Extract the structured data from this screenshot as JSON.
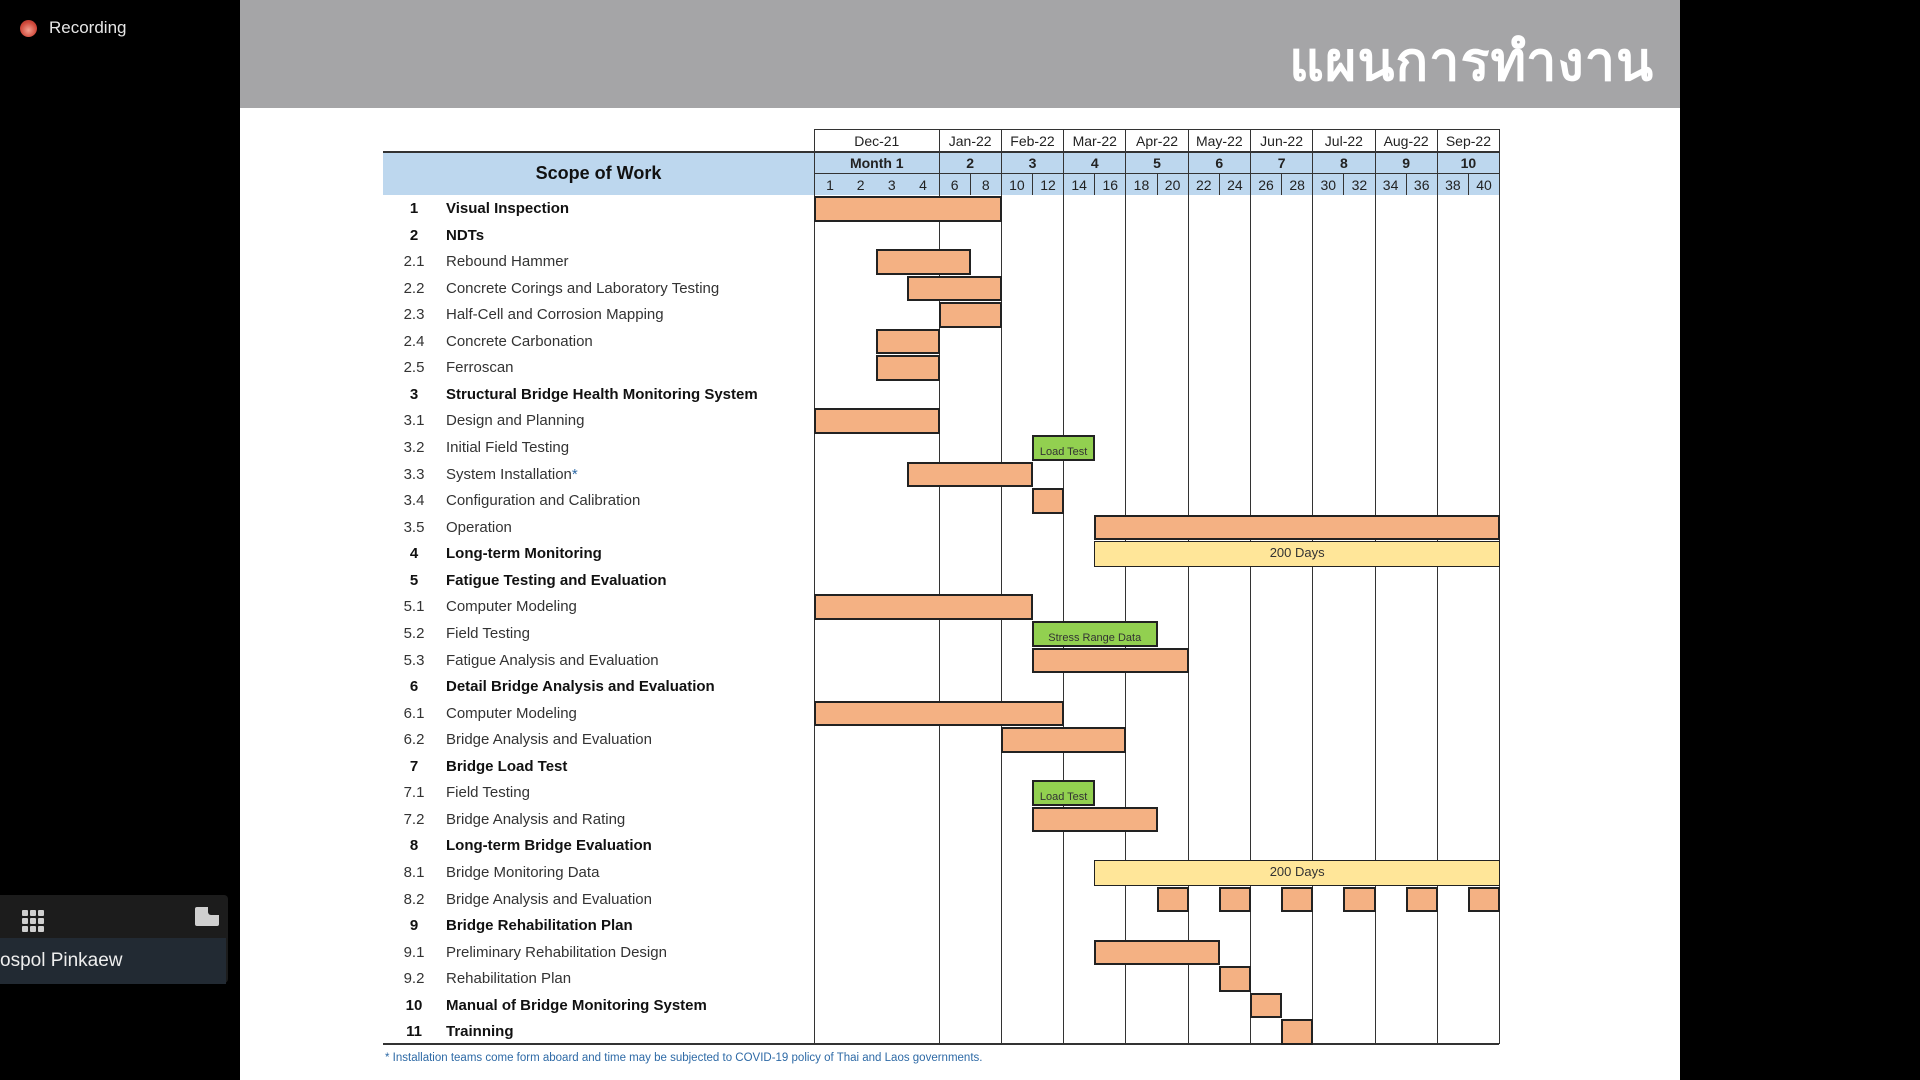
{
  "recording": {
    "label": "Recording"
  },
  "participant": {
    "name": "ospol Pinkaew"
  },
  "slide": {
    "title": "แผนการทำงาน",
    "scope_header": "Scope of Work",
    "months": [
      "Dec-21",
      "Jan-22",
      "Feb-22",
      "Mar-22",
      "Apr-22",
      "May-22",
      "Jun-22",
      "Jul-22",
      "Aug-22",
      "Sep-22"
    ],
    "month_numbers": [
      "Month 1",
      "2",
      "3",
      "4",
      "5",
      "6",
      "7",
      "8",
      "9",
      "10"
    ],
    "weeks": [
      "1",
      "2",
      "3",
      "4",
      "6",
      "8",
      "10",
      "12",
      "14",
      "16",
      "18",
      "20",
      "22",
      "24",
      "26",
      "28",
      "30",
      "32",
      "34",
      "36",
      "38",
      "40"
    ],
    "rows": [
      {
        "num": "1",
        "name": "Visual Inspection",
        "bold": true,
        "bars": [
          {
            "start": 0,
            "end": 6
          }
        ]
      },
      {
        "num": "2",
        "name": "NDTs",
        "bold": true,
        "bars": []
      },
      {
        "num": "2.1",
        "name": "Rebound Hammer",
        "bars": [
          {
            "start": 2,
            "end": 5
          }
        ]
      },
      {
        "num": "2.2",
        "name": "Concrete Corings and Laboratory Testing",
        "bars": [
          {
            "start": 3,
            "end": 6
          }
        ]
      },
      {
        "num": "2.3",
        "name": "Half-Cell and Corrosion Mapping",
        "bars": [
          {
            "start": 4,
            "end": 6
          }
        ]
      },
      {
        "num": "2.4",
        "name": "Concrete Carbonation",
        "bars": [
          {
            "start": 2,
            "end": 4
          }
        ]
      },
      {
        "num": "2.5",
        "name": "Ferroscan",
        "bars": [
          {
            "start": 2,
            "end": 4
          }
        ]
      },
      {
        "num": "3",
        "name": "Structural Bridge Health Monitoring System",
        "bold": true,
        "bars": []
      },
      {
        "num": "3.1",
        "name": "Design and Planning",
        "bars": [
          {
            "start": 0,
            "end": 4
          }
        ]
      },
      {
        "num": "3.2",
        "name": "Initial Field Testing",
        "bars": [
          {
            "start": 7,
            "end": 9,
            "type": "green",
            "label": "Load Test"
          }
        ]
      },
      {
        "num": "3.3",
        "name": "System Installation",
        "mark": "*",
        "bars": [
          {
            "start": 3,
            "end": 7
          }
        ]
      },
      {
        "num": "3.4",
        "name": "Configuration and Calibration",
        "bars": [
          {
            "start": 7,
            "end": 8
          }
        ]
      },
      {
        "num": "3.5",
        "name": "Operation",
        "bars": [
          {
            "start": 9,
            "end": 22
          }
        ]
      },
      {
        "num": "4",
        "name": "Long-term Monitoring",
        "bold": true,
        "bars": [
          {
            "start": 9,
            "end": 22,
            "type": "yellow",
            "label": "200 Days"
          }
        ]
      },
      {
        "num": "5",
        "name": "Fatigue Testing and Evaluation",
        "bold": true,
        "bars": []
      },
      {
        "num": "5.1",
        "name": "Computer Modeling",
        "bars": [
          {
            "start": 0,
            "end": 7
          }
        ]
      },
      {
        "num": "5.2",
        "name": "Field Testing",
        "bars": [
          {
            "start": 7,
            "end": 11,
            "type": "green",
            "label": "Stress Range Data"
          }
        ]
      },
      {
        "num": "5.3",
        "name": "Fatigue Analysis and Evaluation",
        "bars": [
          {
            "start": 7,
            "end": 12
          }
        ]
      },
      {
        "num": "6",
        "name": "Detail Bridge Analysis and Evaluation",
        "bold": true,
        "bars": []
      },
      {
        "num": "6.1",
        "name": "Computer Modeling",
        "bars": [
          {
            "start": 0,
            "end": 8
          }
        ]
      },
      {
        "num": "6.2",
        "name": "Bridge Analysis and Evaluation",
        "bars": [
          {
            "start": 6,
            "end": 10
          }
        ]
      },
      {
        "num": "7",
        "name": "Bridge Load Test",
        "bold": true,
        "bars": []
      },
      {
        "num": "7.1",
        "name": "Field Testing",
        "bars": [
          {
            "start": 7,
            "end": 9,
            "type": "green",
            "label": "Load Test"
          }
        ]
      },
      {
        "num": "7.2",
        "name": "Bridge Analysis and Rating",
        "bars": [
          {
            "start": 7,
            "end": 11
          }
        ]
      },
      {
        "num": "8",
        "name": "Long-term Bridge Evaluation",
        "bold": true,
        "bars": []
      },
      {
        "num": "8.1",
        "name": "Bridge Monitoring Data",
        "bars": [
          {
            "start": 9,
            "end": 22,
            "type": "yellow",
            "label": "200 Days"
          }
        ]
      },
      {
        "num": "8.2",
        "name": "Bridge Analysis and Evaluation",
        "bars": [
          {
            "start": 11,
            "end": 12
          },
          {
            "start": 13,
            "end": 14
          },
          {
            "start": 15,
            "end": 16
          },
          {
            "start": 17,
            "end": 18
          },
          {
            "start": 19,
            "end": 20
          },
          {
            "start": 21,
            "end": 22
          }
        ]
      },
      {
        "num": "9",
        "name": "Bridge Rehabilitation Plan",
        "bold": true,
        "bars": []
      },
      {
        "num": "9.1",
        "name": "Preliminary Rehabilitation Design",
        "bars": [
          {
            "start": 9,
            "end": 13
          }
        ]
      },
      {
        "num": "9.2",
        "name": "Rehabilitation Plan",
        "bars": [
          {
            "start": 13,
            "end": 14
          }
        ]
      },
      {
        "num": "10",
        "name": "Manual of Bridge Monitoring System",
        "bold": true,
        "bars": [
          {
            "start": 14,
            "end": 15
          }
        ]
      },
      {
        "num": "11",
        "name": "Trainning",
        "bold": true,
        "bars": [
          {
            "start": 15,
            "end": 16
          }
        ]
      }
    ],
    "footnote": "* Installation teams come form aboard and time may be subjected to COVID-19 policy of Thai and Laos governments.",
    "colors": {
      "task": "#f4b183",
      "milestone": "#92d050",
      "duration": "#ffe699",
      "header": "#bdd7ee"
    }
  }
}
